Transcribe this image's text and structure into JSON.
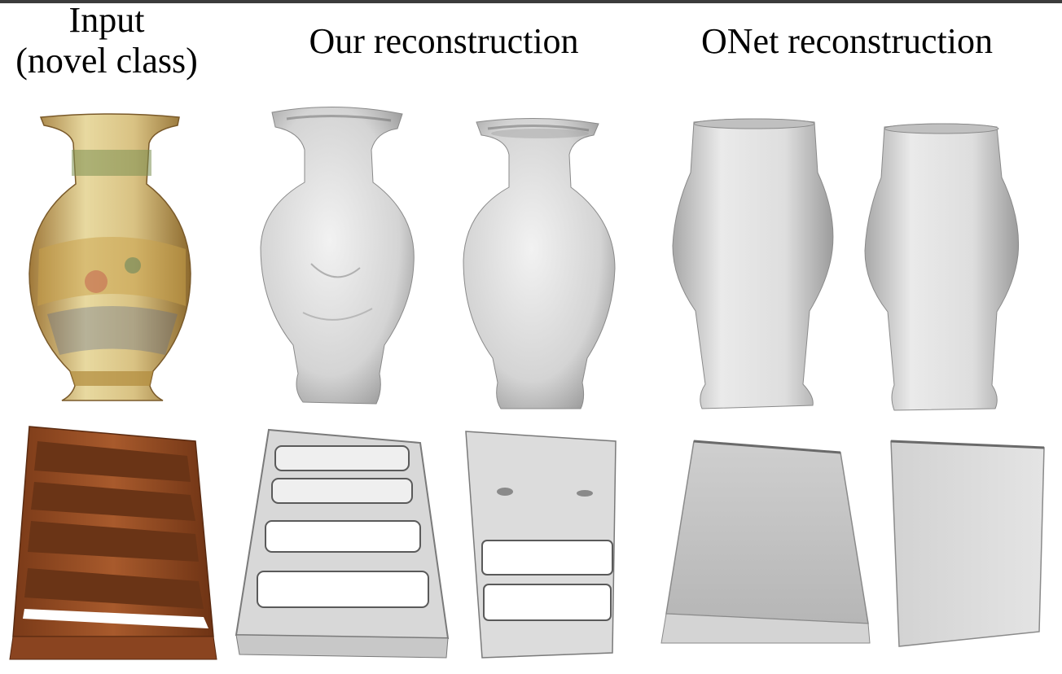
{
  "headers": {
    "input_line1": "Input",
    "input_line2": "(novel class)",
    "ours": "Our reconstruction",
    "onet": "ONet reconstruction"
  },
  "rows": [
    {
      "object": "vase",
      "input": "vase-photo",
      "ours": [
        "vase-mesh",
        "vase-mesh"
      ],
      "onet": [
        "vase-mesh",
        "vase-mesh"
      ]
    },
    {
      "object": "bookshelf",
      "input": "bookshelf-photo",
      "ours": [
        "bookshelf-mesh",
        "bookshelf-mesh"
      ],
      "onet": [
        "bookshelf-mesh",
        "bookshelf-mesh"
      ]
    }
  ],
  "colors": {
    "mesh_gray": "#d9d9d9",
    "wood": "#9a4e25",
    "vase_glaze": "#d6c27a"
  }
}
